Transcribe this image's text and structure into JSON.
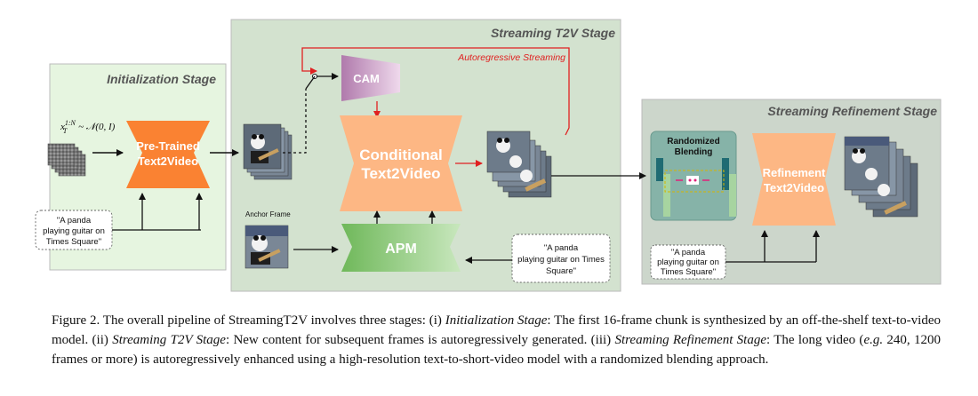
{
  "stages": {
    "init_title": "Initialization Stage",
    "t2v_title": "Streaming T2V Stage",
    "refine_title": "Streaming Refinement Stage"
  },
  "blocks": {
    "pretrained_line1": "Pre-Trained",
    "pretrained_line2": "Text2Video",
    "cam": "CAM",
    "cond_line1": "Conditional",
    "cond_line2": "Text2Video",
    "apm": "APM",
    "refine_line1": "Refinement",
    "refine_line2": "Text2Video",
    "blend_line1": "Randomized",
    "blend_line2": "Blending"
  },
  "labels": {
    "autoregressive": "Autoregressive Streaming",
    "anchor_frame": "Anchor Frame",
    "noise_formula": "x_T^{1:N} ~ N(0, I)"
  },
  "prompts": {
    "p1_line1": "\"A panda",
    "p1_line2": "playing guitar on",
    "p1_line3": "Times Square\"",
    "p2_line1": "\"A panda",
    "p2_line2": "playing guitar on Times",
    "p2_line3": "Square\"",
    "p3_line1": "\"A panda",
    "p3_line2": "playing guitar on",
    "p3_line3": "Times Square\""
  },
  "colors": {
    "init_bg": "#e6f5e0",
    "t2v_bg": "#d3e2cf",
    "refine_bg": "#ccd6cb",
    "orange": "#fa8232",
    "peach": "#fdb784",
    "purple": "#c08fbd",
    "green": "#7fbf6a",
    "teal": "#86b3a8",
    "red": "#e02020"
  },
  "caption": {
    "fig": "Figure 2.",
    "t1": " The overall pipeline of StreamingT2V involves three stages: (i) ",
    "i1": "Initialization Stage",
    "t2": ": The first 16-frame chunk is synthesized by an off-the-shelf text-to-video model. (ii) ",
    "i2": "Streaming T2V Stage",
    "t3": ": New content for subsequent frames is autoregressively generated. (iii) ",
    "i3": "Streaming Refinement Stage",
    "t4": ": The long video (",
    "i4": "e.g.",
    "t5": " 240, 1200 frames or more) is autoregressively enhanced using a high-resolution text-to-short-video model with a randomized blending approach."
  }
}
